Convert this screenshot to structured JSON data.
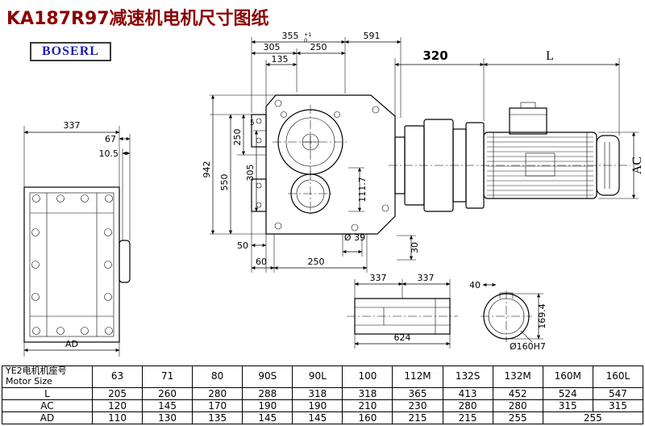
{
  "title": "KA187R97减速机电机尺寸图纸",
  "logo": "BOSERL",
  "colors": {
    "title_text": "#8b0000",
    "logo_text": "#1b1bb8",
    "line": "#000000"
  },
  "front_view": {
    "d337": "337",
    "d67": "67",
    "d10_5": "10.5",
    "dAD": "AD"
  },
  "main_view": {
    "d355": "355",
    "d355_tol_top": "+1",
    "d355_tol_bot": "0",
    "d591": "591",
    "d305t": "305",
    "d250t": "250",
    "d135": "135",
    "d250l": "250",
    "d5": "5",
    "d305l": "305",
    "d550": "550",
    "d942": "942",
    "d111_7": "111.7",
    "d50": "50",
    "d60": "60",
    "d250b": "250",
    "d39": "Ø 39",
    "d30": "30"
  },
  "motor_view": {
    "d320": "320",
    "dL": "L",
    "dAC": "AC"
  },
  "shaft_view": {
    "d337a": "337",
    "d337b": "337",
    "d624": "624"
  },
  "bore_view": {
    "d40": "40",
    "d169_4": "169.4",
    "dbore": "Ø160H7"
  },
  "table": {
    "header": {
      "line1": "YE2电机机座号",
      "line2": "Motor Size"
    },
    "sizes": [
      "63",
      "71",
      "80",
      "90S",
      "90L",
      "100",
      "112M",
      "132S",
      "132M",
      "160M",
      "160L"
    ],
    "rows": [
      {
        "label": "L",
        "values": [
          "205",
          "260",
          "280",
          "288",
          "318",
          "318",
          "365",
          "413",
          "452",
          "524",
          "547"
        ]
      },
      {
        "label": "AC",
        "values": [
          "120",
          "145",
          "170",
          "190",
          "190",
          "210",
          "230",
          "280",
          "280",
          "315",
          "315"
        ]
      },
      {
        "label": "AD",
        "values": [
          "110",
          "130",
          "135",
          "145",
          "145",
          "160",
          "215",
          "215",
          "255",
          "255"
        ]
      }
    ]
  }
}
